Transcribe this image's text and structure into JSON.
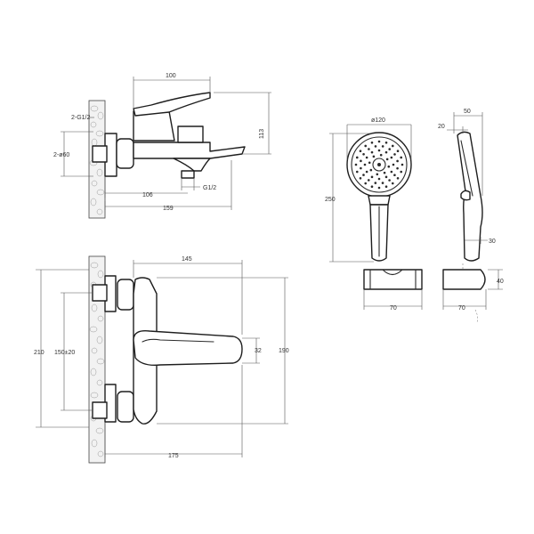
{
  "dimensions": {
    "top_width": "100",
    "pipe_thread": "2-G1/2",
    "pipe_diameter": "2-ø60",
    "top_height": "113",
    "spout_thread": "G1/2",
    "spout_reach": "106",
    "total_reach": "159",
    "front_width": "145",
    "total_height_left": "210",
    "center_distance": "150±20",
    "lever_height": "32",
    "total_height_right": "190",
    "bottom_width": "175",
    "head_diameter": "ø120",
    "shower_length": "250",
    "side_width": "50",
    "side_offset": "20",
    "handle_thickness": "30",
    "holder_width_front": "70",
    "holder_width_side": "70",
    "holder_height": "40"
  }
}
